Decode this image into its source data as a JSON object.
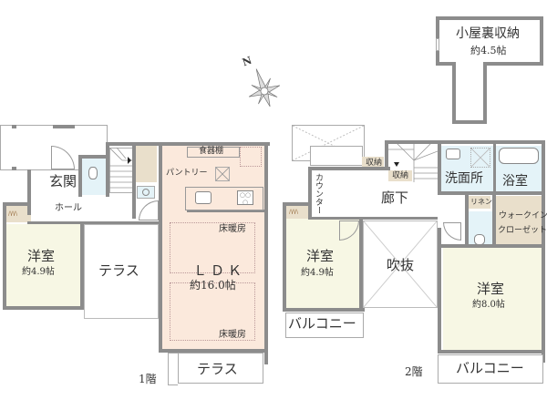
{
  "colors": {
    "wall": "#8c8c8c",
    "ldk": "#fbe9dc",
    "bedroom": "#f7f7e4",
    "wet": "#e4f3f8",
    "storage": "#e9dfcb",
    "white": "#ffffff"
  },
  "compass": {
    "label": "N"
  },
  "attic": {
    "name": "小屋裏収納",
    "size": "約4.5帖"
  },
  "floor1": {
    "label": "1階",
    "entrance": "玄関",
    "hall": "ホール",
    "pantry": "パントリー",
    "dish_cabinet": "食器棚",
    "bedroom": {
      "name": "洋室",
      "size": "約4.9帖"
    },
    "terrace_mid": "テラス",
    "ldk": {
      "name": "ＬＤＫ",
      "size": "約16.0帖"
    },
    "floor_heating_1": "床暖房",
    "floor_heating_2": "床暖房",
    "terrace_bottom": "テラス"
  },
  "floor2": {
    "label": "2階",
    "storage_1": "収納",
    "storage_2": "収納",
    "counter": "カウンター",
    "corridor": "廊下",
    "washroom": "洗面所",
    "bathroom": "浴室",
    "linen": "リネン",
    "walkin_closet_1": "ウォークイン",
    "walkin_closet_2": "クローゼット",
    "bedroom_small": {
      "name": "洋室",
      "size": "約4.9帖"
    },
    "void": "吹抜",
    "bedroom_large": {
      "name": "洋室",
      "size": "約8.0帖"
    },
    "balcony_left": "バルコニー",
    "balcony_right": "バルコニー"
  }
}
